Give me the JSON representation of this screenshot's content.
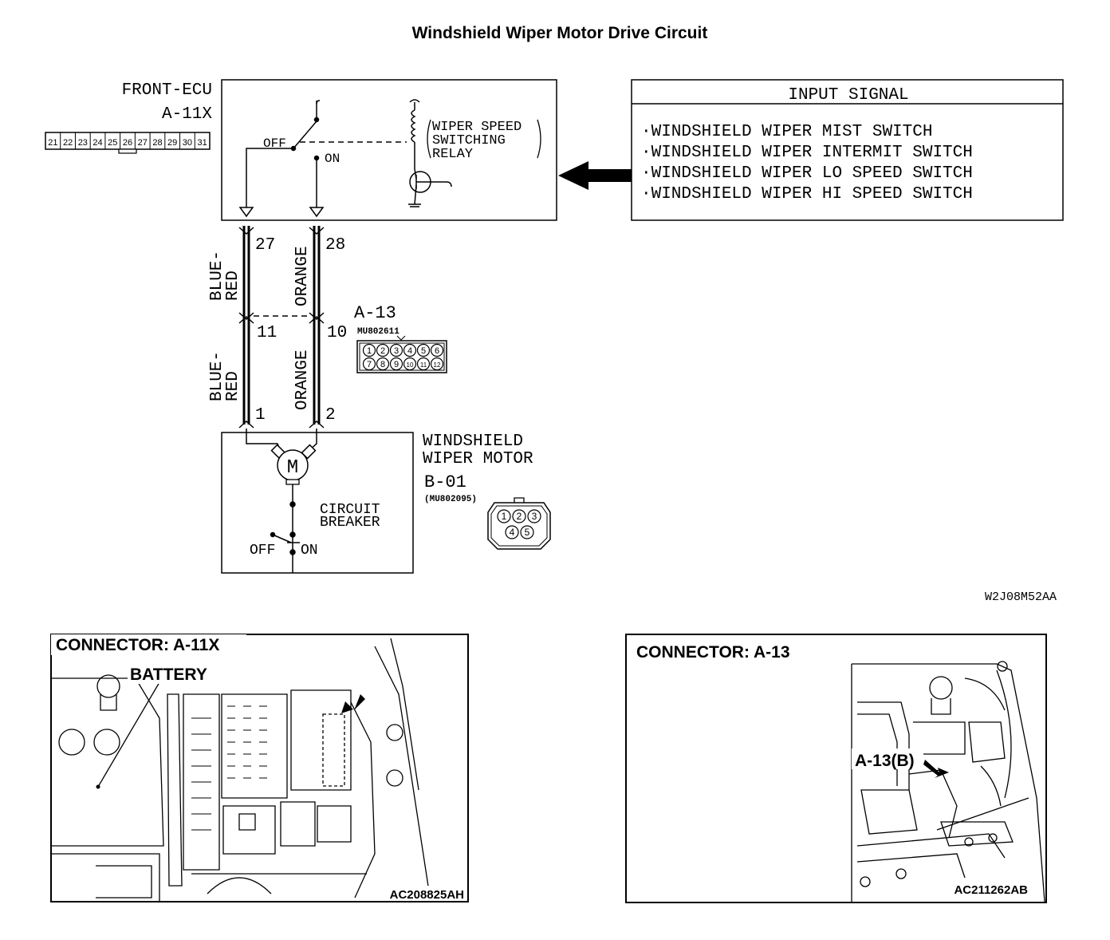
{
  "title": "Windshield Wiper Motor Drive Circuit",
  "front_ecu": {
    "name": "FRONT-ECU",
    "connector": "A-11X",
    "pins": [
      "21",
      "22",
      "23",
      "24",
      "25",
      "26",
      "27",
      "28",
      "29",
      "30",
      "31"
    ],
    "switch_off": "OFF",
    "switch_on": "ON",
    "relay_label": [
      "WIPER SPEED",
      "SWITCHING",
      "RELAY"
    ]
  },
  "input_signal": {
    "header": "INPUT SIGNAL",
    "items": [
      "·WINDSHIELD WIPER MIST SWITCH",
      "·WINDSHIELD WIPER INTERMIT SWITCH",
      "·WINDSHIELD WIPER LO SPEED SWITCH",
      "·WINDSHIELD WIPER HI SPEED SWITCH"
    ]
  },
  "wiring": {
    "ecu_pin_left": "27",
    "ecu_pin_right": "28",
    "wire_left_color": [
      "BLUE-",
      "RED"
    ],
    "wire_right_color": "ORANGE",
    "junction_connector": "A-13",
    "junction_part": "MU802611",
    "junction_pin_left": "11",
    "junction_pin_right": "10",
    "junction_pins_top": [
      "1",
      "2",
      "3",
      "4",
      "5",
      "6"
    ],
    "junction_pins_bottom": [
      "7",
      "8",
      "9",
      "10",
      "11",
      "12"
    ],
    "motor_pin_left": "1",
    "motor_pin_right": "2"
  },
  "motor": {
    "symbol": "M",
    "name": [
      "WINDSHIELD",
      "WIPER MOTOR"
    ],
    "connector": "B-01",
    "part": "(MU802095)",
    "pins_top": [
      "1",
      "2",
      "3"
    ],
    "pins_bottom": [
      "4",
      "5"
    ],
    "breaker": [
      "CIRCUIT",
      "BREAKER"
    ],
    "switch_off": "OFF",
    "switch_on": "ON"
  },
  "figure_code": "W2J08M52AA",
  "photos": [
    {
      "title": "CONNECTOR: A-11X",
      "callout": "BATTERY",
      "code": "AC208825AH"
    },
    {
      "title": "CONNECTOR: A-13",
      "callout": "A-13(B)",
      "code": "AC211262AB"
    }
  ]
}
